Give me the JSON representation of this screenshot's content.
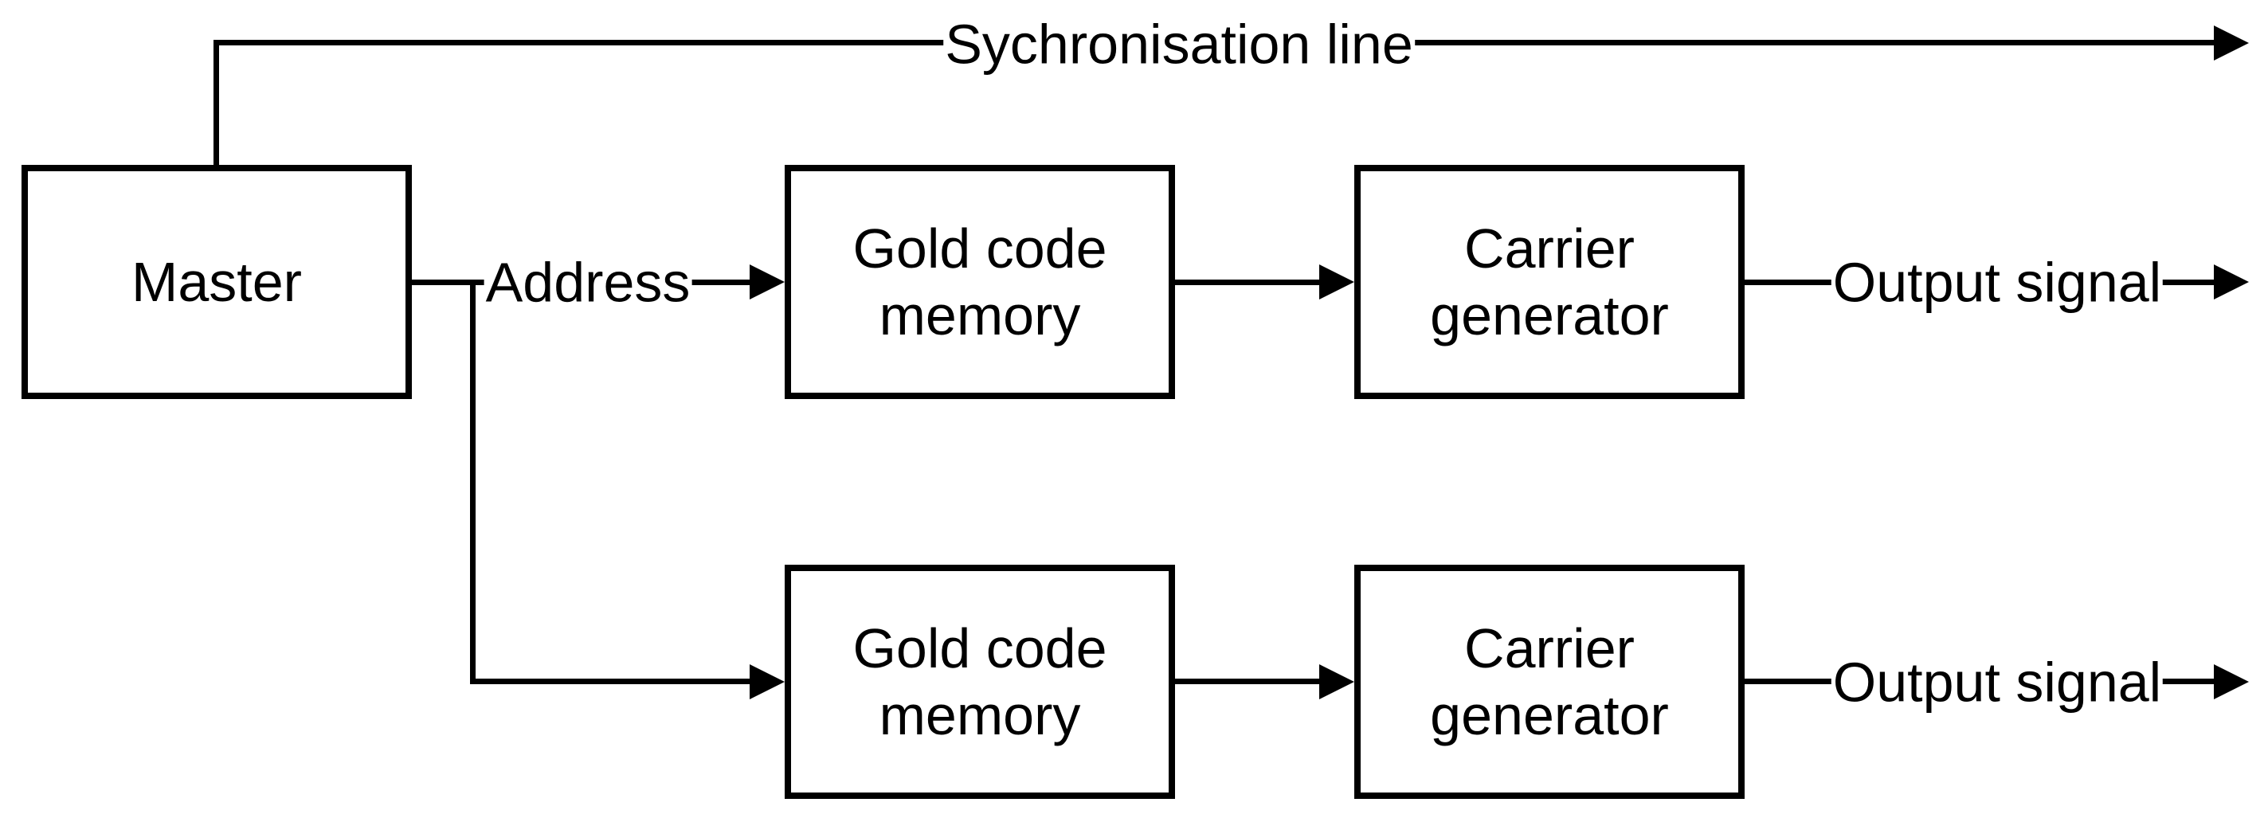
{
  "diagram": {
    "type": "block-diagram",
    "colors": {
      "line": "#000000",
      "background": "#ffffff",
      "box_fill": "#ffffff",
      "text": "#000000"
    },
    "labels": {
      "sync_line": "Sychronisation line",
      "address": "Address",
      "output_top": "Output signal",
      "output_bottom": "Output signal"
    },
    "nodes": {
      "master": {
        "line1": "Master",
        "line2": ""
      },
      "gold_code_memory_top": {
        "line1": "Gold code",
        "line2": "memory"
      },
      "carrier_generator_top": {
        "line1": "Carrier",
        "line2": "generator"
      },
      "gold_code_memory_bottom": {
        "line1": "Gold code",
        "line2": "memory"
      },
      "carrier_generator_bottom": {
        "line1": "Carrier",
        "line2": "generator"
      }
    },
    "connections": [
      {
        "from": "master",
        "to": "sync-output",
        "label": "Sychronisation line"
      },
      {
        "from": "master",
        "to": "gold_code_memory_top",
        "label": "Address"
      },
      {
        "from": "master",
        "to": "gold_code_memory_bottom",
        "label": "Address"
      },
      {
        "from": "gold_code_memory_top",
        "to": "carrier_generator_top",
        "label": ""
      },
      {
        "from": "carrier_generator_top",
        "to": "output-top",
        "label": "Output signal"
      },
      {
        "from": "gold_code_memory_bottom",
        "to": "carrier_generator_bottom",
        "label": ""
      },
      {
        "from": "carrier_generator_bottom",
        "to": "output-bottom",
        "label": "Output signal"
      }
    ]
  }
}
